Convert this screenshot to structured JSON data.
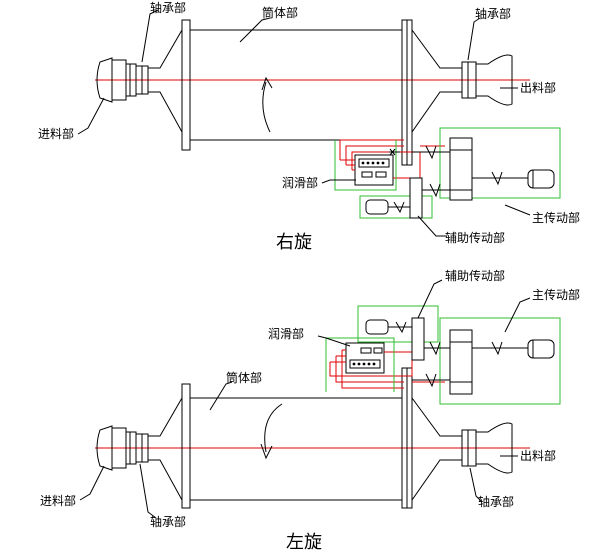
{
  "top": {
    "caption": "右旋",
    "labels": {
      "bearing_left": "轴承部",
      "shell": "筒体部",
      "bearing_right": "轴承部",
      "outlet": "出料部",
      "inlet": "进料部",
      "lubrication": "润滑部",
      "main_drive": "主传动部",
      "aux_drive": "辅助传动部"
    }
  },
  "bottom": {
    "caption": "左旋",
    "labels": {
      "aux_drive": "辅助传动部",
      "main_drive": "主传动部",
      "lubrication": "润滑部",
      "shell": "筒体部",
      "outlet": "出料部",
      "inlet": "进料部",
      "bearing_left": "轴承部",
      "bearing_right": "轴承部"
    }
  },
  "colors": {
    "line": "#000000",
    "oil_pipe": "#e00000",
    "drive_frame": "#2fbf2f"
  }
}
